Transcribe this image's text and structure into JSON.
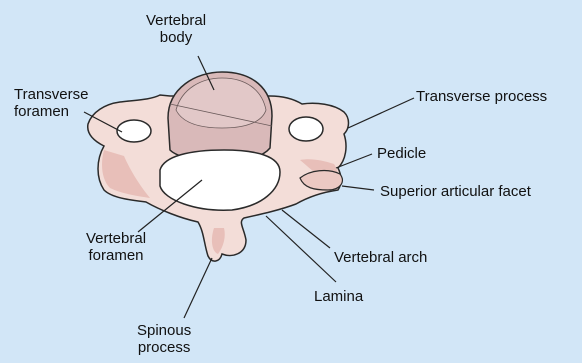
{
  "labels": {
    "vertebral_body": "Vertebral\nbody",
    "transverse_foramen": "Transverse\nforamen",
    "transverse_process": "Transverse process",
    "pedicle": "Pedicle",
    "superior_articular_facet": "Superior articular facet",
    "vertebral_foramen": "Vertebral\nforamen",
    "vertebral_arch": "Vertebral arch",
    "lamina": "Lamina",
    "spinous_process": "Spinous\nprocess"
  },
  "colors": {
    "background": "#d2e6f7",
    "bone": "#f3ddd8",
    "bone_shadow": "#e8bfb9",
    "body": "#d9b9b9",
    "outline": "#2a2a2a"
  }
}
